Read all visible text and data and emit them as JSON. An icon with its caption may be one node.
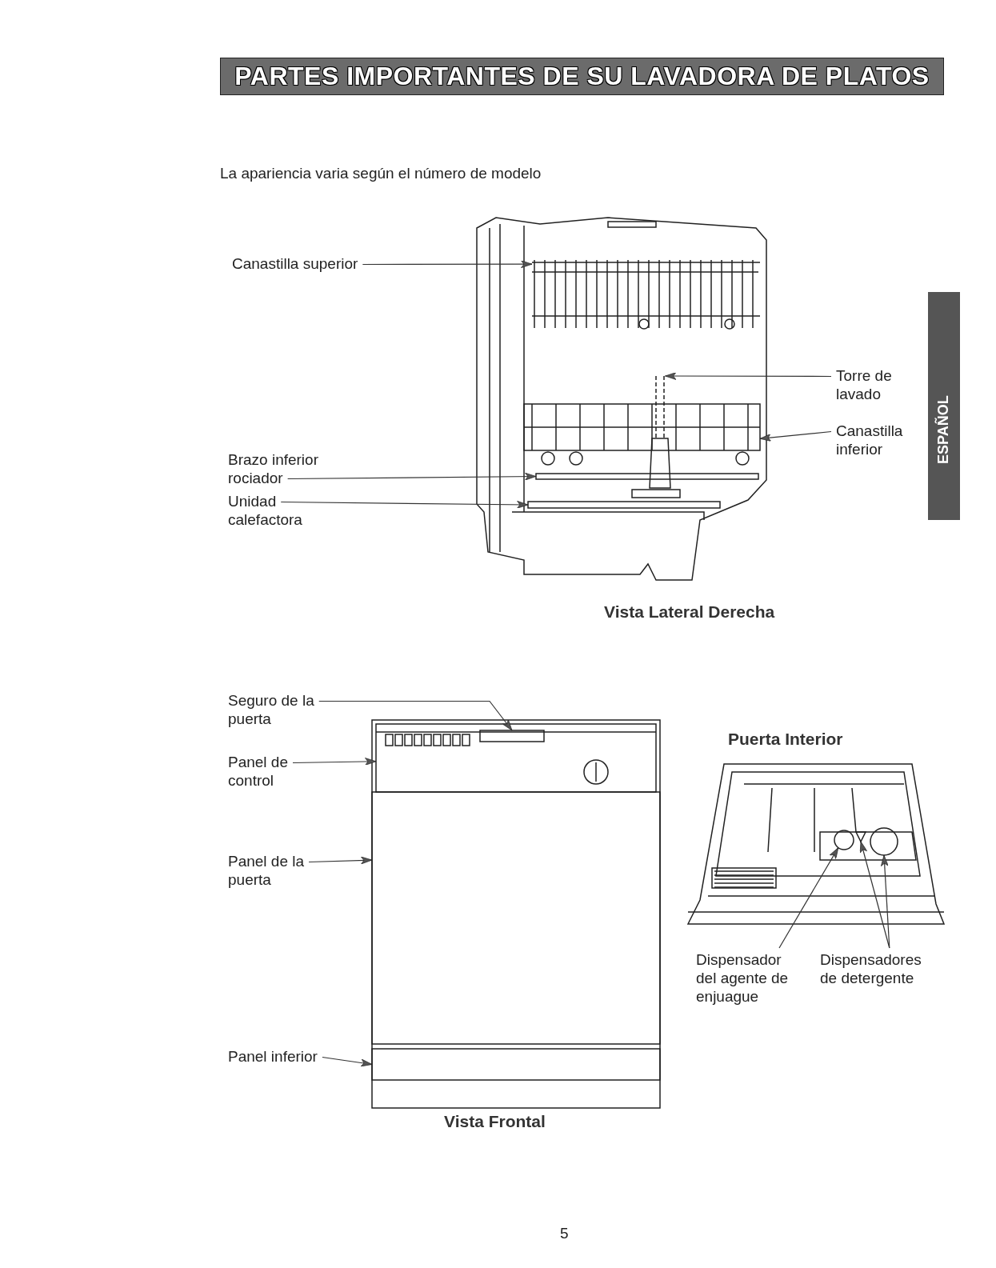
{
  "diagram": {
    "title": "PARTES IMPORTANTES DE SU LAVADORA DE PLATOS",
    "nodes": [
      {
        "text": [
          "Canastilla superior"
        ]
      },
      {
        "text": [
          "Torre de lavado"
        ]
      },
      {
        "text": [
          "Canastilla inferior"
        ]
      },
      {
        "text": [
          "Brazo inferior rociador"
        ]
      },
      {
        "text": [
          "Unidad calefactora"
        ]
      },
      {
        "text": [
          "Seguro de la puerta"
        ]
      },
      {
        "text": [
          "Panel de control"
        ]
      },
      {
        "text": [
          "Panel de la puerta"
        ]
      },
      {
        "text": [
          "Panel inferior"
        ]
      },
      {
        "text": [
          "Dispensador del agente de enjuague"
        ]
      },
      {
        "text": [
          "Dispensadores de detergente"
        ]
      },
      {
        "text": [],
        "shape": "picture"
      },
      {
        "text": [],
        "shape": "picture"
      },
      {
        "text": [],
        "shape": "picture"
      },
      {
        "text": [],
        "shape": "bar"
      },
      {
        "text": [],
        "shape": "bar"
      },
      {
        "text": [],
        "shape": "picture"
      },
      {
        "text": [],
        "shape": "box",
        "in": 16
      },
      {
        "text": [],
        "shape": "box"
      },
      {
        "text": [],
        "shape": "box"
      },
      {
        "text": [],
        "shape": "circle"
      },
      {
        "text": [],
        "shape": "triangle"
      },
      {
        "text": [],
        "shape": "circle"
      }
    ],
    "edges": [
      {
        "from": 0,
        "to": 11,
        "arrow": "to"
      },
      {
        "from": 1,
        "to": 12,
        "arrow": "to"
      },
      {
        "from": 2,
        "to": 13,
        "arrow": "to"
      },
      {
        "from": 3,
        "to": 14,
        "arrow": "to"
      },
      {
        "from": 4,
        "to": 15,
        "arrow": "to"
      },
      {
        "from": 5,
        "to": 17,
        "arrow": "to"
      },
      {
        "from": 6,
        "to": 16,
        "arrow": "to"
      },
      {
        "from": 7,
        "to": 18,
        "arrow": "to"
      },
      {
        "from": 8,
        "to": 19,
        "arrow": "to"
      },
      {
        "from": 9,
        "to": 20,
        "arrow": "to"
      },
      {
        "from": 10,
        "to": 21,
        "arrow": "to"
      },
      {
        "from": 10,
        "to": 22,
        "arrow": "to"
      }
    ],
    "labels": [
      "La apariencia varia según el número de modelo",
      "ESPAÑOL",
      "Vista Lateral Derecha",
      "Puerta Interior",
      "Vista Frontal",
      "5"
    ]
  }
}
